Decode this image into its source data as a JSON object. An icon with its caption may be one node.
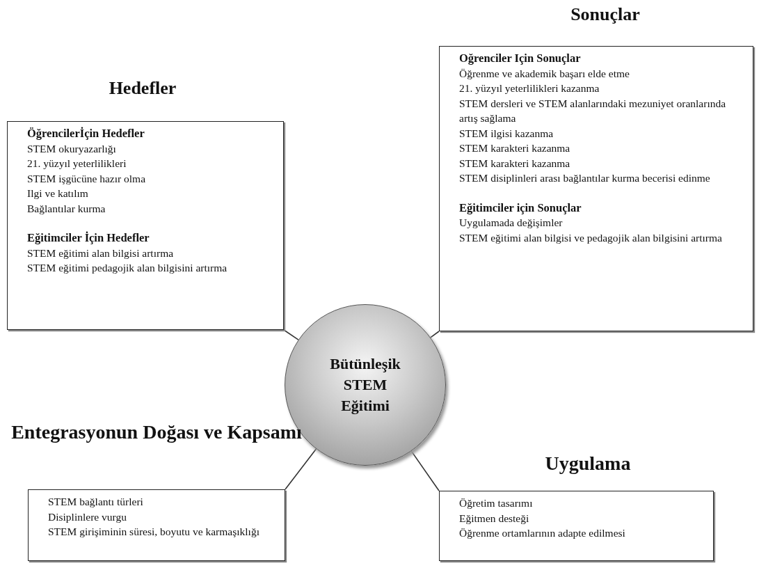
{
  "diagram": {
    "nodes": [
      {
        "text": [
          "Hedefler",
          "Öğrencilerİçin Hedefler",
          "STEM okuryazarlığı",
          "21. yüzyıl yeterlilikleri",
          "STEM işgücüne hazır olma",
          "Ilgi ve katılım",
          "Bağlantılar kurma",
          "Eğitimciler İçin Hedefler",
          "STEM eğitimi alan bilgisi artırma",
          "STEM eğitimi pedagojik alan bilgisini artırma"
        ]
      },
      {
        "text": [
          "Sonuçlar",
          "Oğrenciler Için Sonuçlar",
          "Öğrenme ve akademik başarı elde etme",
          "21. yüzyıl yeterlilikleri kazanma",
          "STEM dersleri ve STEM alanlarındaki mezuniyet oranlarında artış sağlama",
          "STEM ilgisi kazanma",
          "STEM karakteri kazanma",
          "STEM karakteri kazanma",
          "STEM disiplinleri arası bağlantılar kurma becerisi edinme",
          "Eğitimciler için Sonuçlar",
          "Uygulamada değişimler",
          "STEM eğitimi alan bilgisi ve pedagojik alan bilgisini artırma"
        ]
      },
      {
        "text": [
          "Bütünleşik STEM Eğitimi"
        ]
      },
      {
        "text": [
          "Entegrasyonun Doğası ve Kapsamı",
          "STEM bağlantı türleri",
          "Disiplinlere vurgu",
          "STEM girişiminin süresi, boyutu ve karmaşıklığı"
        ]
      },
      {
        "text": [
          "Uygulama",
          "Öğretim tasarımı",
          "Eğitmen desteği",
          "Öğrenme ortamlarının adapte edilmesi"
        ]
      }
    ],
    "edges": [
      {
        "from": 2,
        "to": 0,
        "arrow": "none"
      },
      {
        "from": 2,
        "to": 1,
        "arrow": "none"
      },
      {
        "from": 2,
        "to": 3,
        "arrow": "none"
      },
      {
        "from": 2,
        "to": 4,
        "arrow": "none"
      }
    ]
  }
}
